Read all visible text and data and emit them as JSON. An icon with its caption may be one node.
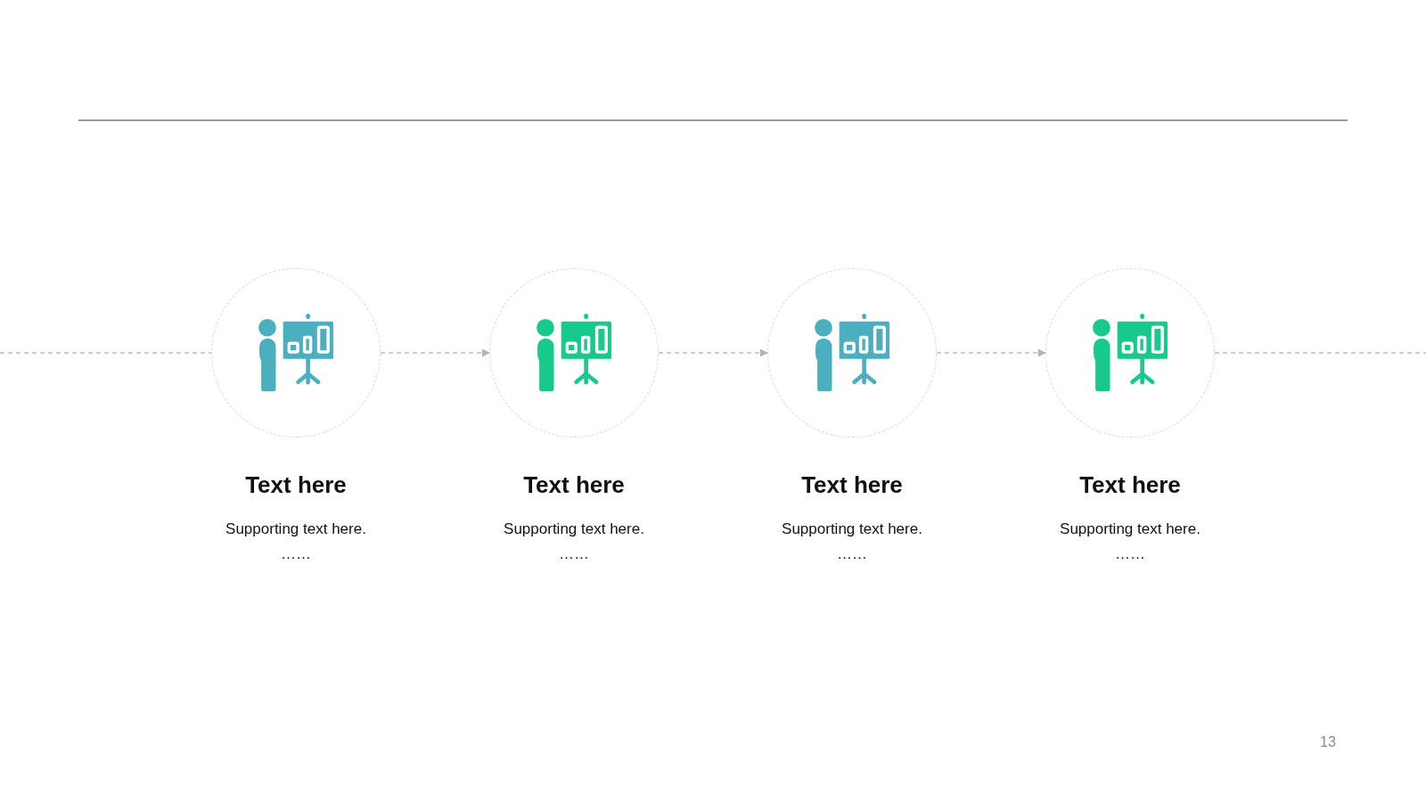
{
  "diagram": {
    "nodes": [
      {
        "text": [
          "Text here",
          "Supporting text here.",
          "……"
        ]
      },
      {
        "text": [
          "Text here",
          "Supporting text here.",
          "……"
        ]
      },
      {
        "text": [
          "Text here",
          "Supporting text here.",
          "……"
        ]
      },
      {
        "text": [
          "Text here",
          "Supporting text here.",
          "……"
        ]
      }
    ],
    "edges": [
      {
        "from": null,
        "to": 0,
        "arrow": "none",
        "style": "dashed"
      },
      {
        "from": 0,
        "to": 1,
        "arrow": "to",
        "style": "dashed"
      },
      {
        "from": 1,
        "to": 2,
        "arrow": "to",
        "style": "dashed"
      },
      {
        "from": 2,
        "to": 3,
        "arrow": "to",
        "style": "dashed"
      },
      {
        "from": 3,
        "to": null,
        "arrow": "none",
        "style": "dashed"
      }
    ],
    "labels": [
      "13"
    ]
  }
}
